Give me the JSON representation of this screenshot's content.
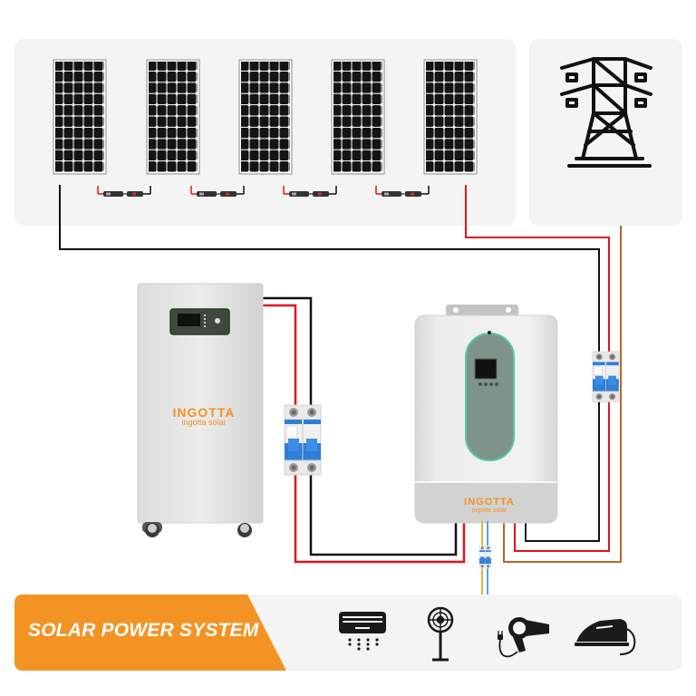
{
  "title": "SOLAR POWER SYSTEM",
  "brand": {
    "logo_text": "INGOTTA",
    "subtitle": "ingotta solar"
  },
  "components": {
    "solar_panels": {
      "count": 5,
      "label": "solar-panel-array"
    },
    "grid": {
      "label": "power-transmission-tower"
    },
    "battery": {
      "label": "battery-storage-cabinet"
    },
    "inverter": {
      "label": "hybrid-inverter"
    },
    "breakers": [
      "battery-dc-breaker",
      "grid-ac-breaker",
      "load-ac-breaker"
    ]
  },
  "appliances": [
    {
      "name": "air-conditioner-icon"
    },
    {
      "name": "standing-fan-icon"
    },
    {
      "name": "hair-dryer-icon"
    },
    {
      "name": "clothes-iron-icon"
    }
  ],
  "colors": {
    "accent": "#f39323",
    "wire_positive": "#e0141e",
    "wire_negative": "#111111",
    "wire_live": "#b5652c",
    "wire_neutral": "#4aa9e8",
    "wire_earth": "#e8b23a",
    "breaker_blue": "#2f7fd6",
    "inverter_panel": "#7e9488",
    "inverter_glow": "#54c9a6"
  }
}
